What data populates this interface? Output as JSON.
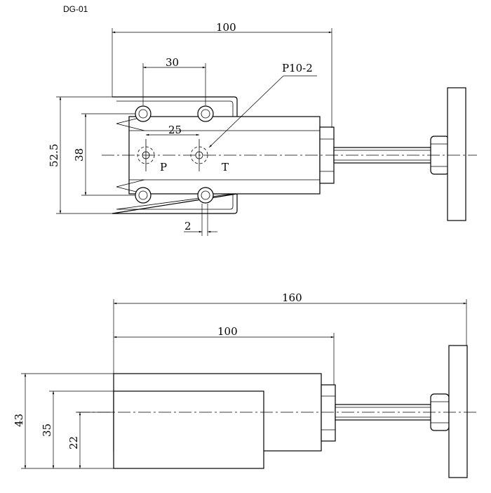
{
  "title": "DG-01",
  "top_view": {
    "dim_overall_length": "100",
    "dim_hole_spacing": "30",
    "dim_port_spacing": "25",
    "dim_height_outer": "52.5",
    "dim_height_inner": "38",
    "dim_offset": "2",
    "callout_label": "P10-2",
    "port_p_label": "P",
    "port_t_label": "T"
  },
  "side_view": {
    "dim_total_length": "160",
    "dim_body_length": "100",
    "dim_height_43": "43",
    "dim_height_35": "35",
    "dim_height_22": "22"
  }
}
